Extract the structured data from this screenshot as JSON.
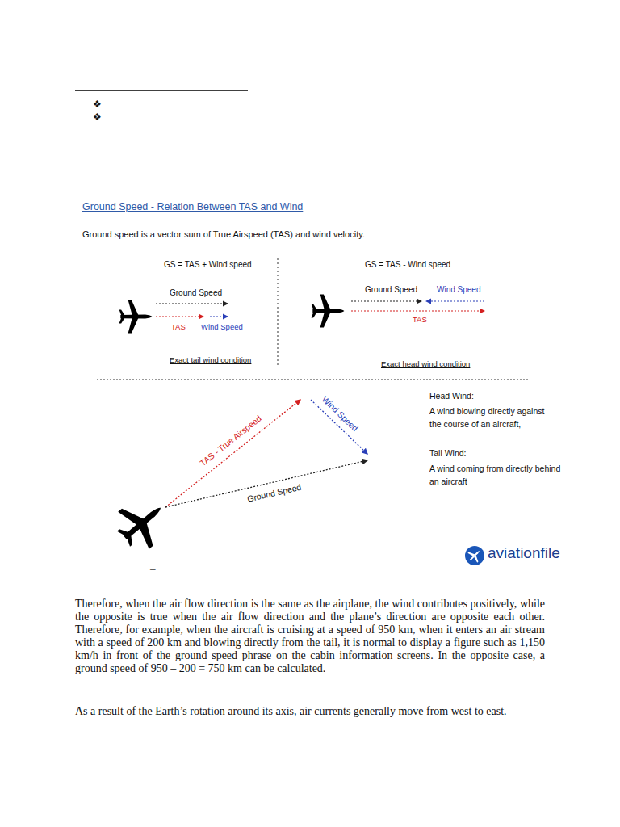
{
  "diagram": {
    "title": "Ground Speed - Relation Between TAS and Wind",
    "labels": [
      "❖",
      "❖",
      "Ground speed is a vector sum of True Airspeed (TAS) and wind velocity.",
      "GS = TAS + Wind speed",
      "Ground Speed",
      "TAS",
      "Wind Speed",
      "Exact tail wind condition",
      "GS = TAS - Wind speed",
      "Ground Speed",
      "Wind Speed",
      "TAS",
      "Exact head wind condition",
      "TAS - True Airspeed",
      "Wind Speed",
      "Ground Speed",
      "Head Wind:",
      "A wind blowing directly against the course of an aircraft,",
      "Tail Wind:",
      "A wind coming from directly behind an aircraft",
      "aviationfile",
      "–",
      "Therefore, when the air flow direction is the same as the airplane, the wind contributes positively, while the opposite is true when the air flow direction and the plane’s direction are opposite each other. Therefore, for example, when the aircraft is cruising at a speed of 950 km, when it enters an air stream with a speed of 200 km and blowing directly from the tail, it is normal to display a figure such as 1,150 km/h in front of the ground speed phrase on the cabin information screens. In the opposite case, a ground speed of 950 – 200 = 750 km can be calculated.",
      "As a result of the Earth’s rotation around its axis, air currents generally move from west to east."
    ]
  }
}
